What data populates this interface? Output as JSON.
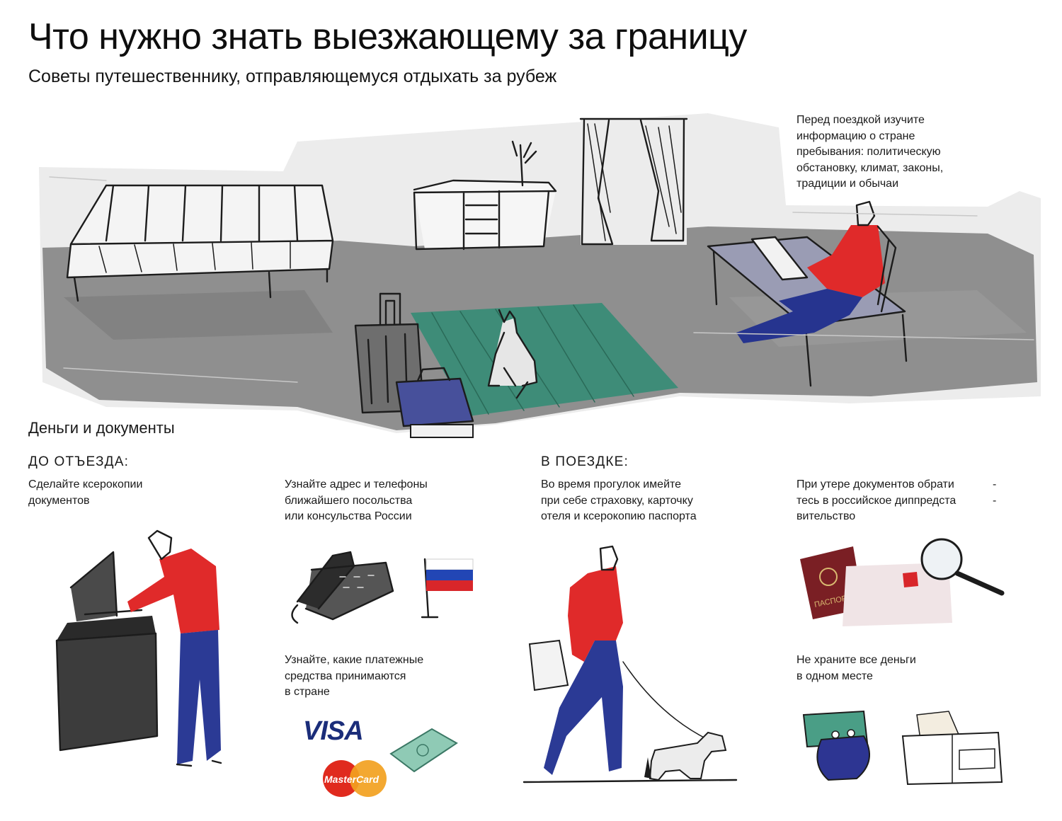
{
  "header": {
    "title": "Что нужно знать выезжающему за границу",
    "subtitle": "Советы путешественнику, отправляющемуся отдыхать за рубеж"
  },
  "hero_note": {
    "lines": [
      "Перед поездкой изучите",
      "информацию о стране",
      "пребывания: политическую",
      "обстановку, климат, законы,",
      "традиции и обычаи"
    ]
  },
  "section": {
    "title": "Деньги и документы",
    "before_trip": {
      "heading": "ДО ОТЪЕЗДА:",
      "tip_copies": [
        "Сделайте ксерокопии",
        "документов"
      ],
      "tip_embassy": [
        "Узнайте адрес и телефоны",
        "ближайшего посольства",
        "или консульства России"
      ],
      "tip_payment": [
        "Узнайте, какие платежные",
        "средства принимаются",
        "в стране"
      ]
    },
    "on_trip": {
      "heading": "В ПОЕЗДКЕ:",
      "tip_walks": [
        "Во время прогулок имейте",
        "при себе страховку, карточку",
        "отеля и ксерокопию паспорта"
      ],
      "tip_lost": [
        "При утере документов обрати",
        "тесь в российское диппредста",
        "вительство"
      ],
      "tip_lost_hyphens": [
        "-",
        "-"
      ],
      "tip_money": [
        "Не храните все деньги",
        "в одном месте"
      ]
    }
  },
  "illustration_labels": {
    "visa": "VISA",
    "mastercard": "MasterCard",
    "passport": "ПАСПОРТ"
  },
  "colors": {
    "accent_red": "#e02a2a",
    "jeans_blue": "#2b3a95",
    "rug_green": "#3e8c78",
    "floor_gray": "#8d8d8d",
    "flag_white": "#ffffff",
    "flag_blue": "#2246b5",
    "flag_red": "#d8262a",
    "passport_maroon": "#7a1f24",
    "purse_blue": "#2d3592",
    "wallet_green": "#4a9e86"
  },
  "icons": [
    "laptop-icon",
    "suitcase-icon",
    "travel-bag-icon",
    "dog-icon",
    "copier-icon",
    "telephone-icon",
    "russian-flag-icon",
    "visa-logo",
    "mastercard-logo",
    "credit-card-icon",
    "passport-icon",
    "magnifier-icon",
    "purse-icon",
    "wallet-icon"
  ]
}
